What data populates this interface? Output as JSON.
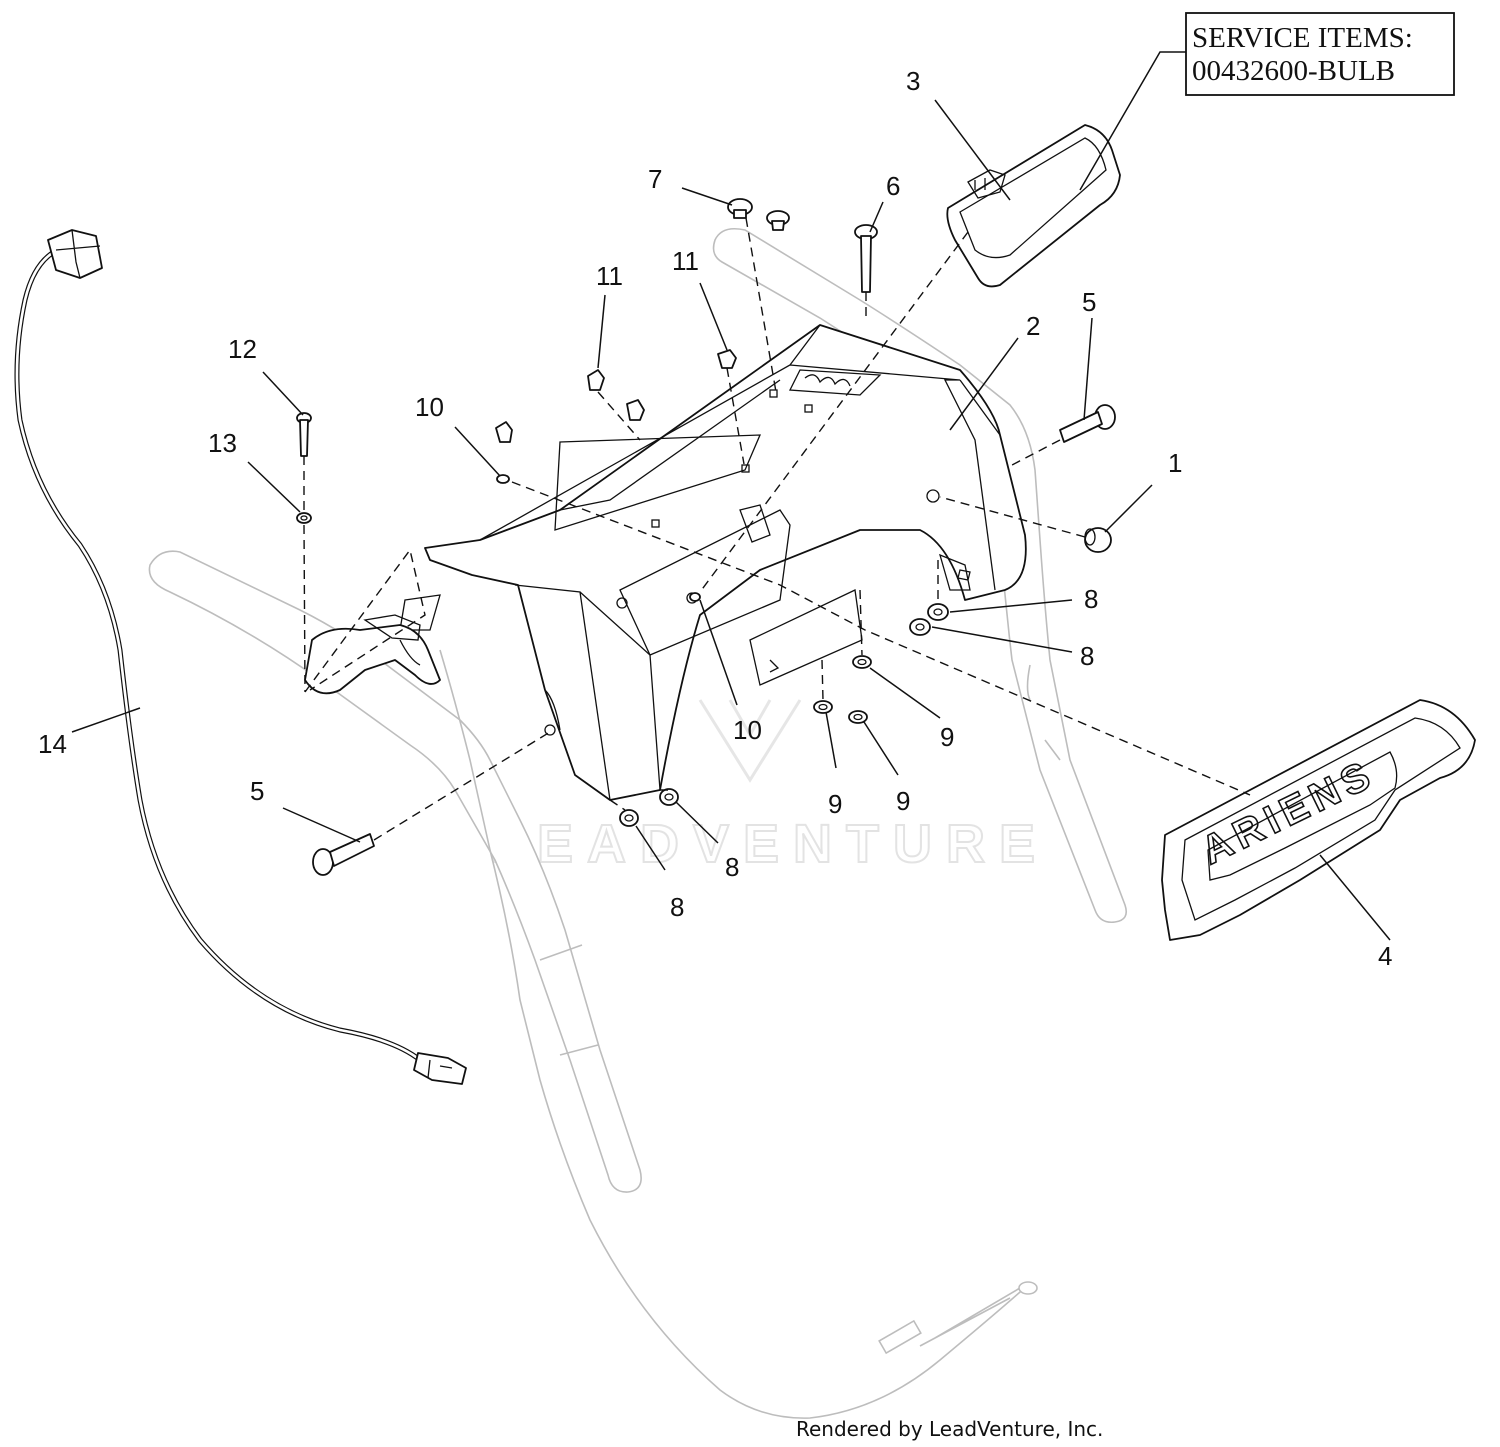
{
  "service_box": {
    "line1": "SERVICE ITEMS:",
    "line2": "00432600-BULB"
  },
  "brand_text": "ARIENS",
  "watermark": "LEADVENTURE",
  "credit": "Rendered by LeadVenture, Inc.",
  "callouts": [
    {
      "id": "c1",
      "label": "1"
    },
    {
      "id": "c2",
      "label": "2"
    },
    {
      "id": "c3",
      "label": "3"
    },
    {
      "id": "c4",
      "label": "4"
    },
    {
      "id": "c5a",
      "label": "5"
    },
    {
      "id": "c5b",
      "label": "5"
    },
    {
      "id": "c6",
      "label": "6"
    },
    {
      "id": "c7",
      "label": "7"
    },
    {
      "id": "c8a",
      "label": "8"
    },
    {
      "id": "c8b",
      "label": "8"
    },
    {
      "id": "c8c",
      "label": "8"
    },
    {
      "id": "c8d",
      "label": "8"
    },
    {
      "id": "c9a",
      "label": "9"
    },
    {
      "id": "c9b",
      "label": "9"
    },
    {
      "id": "c9c",
      "label": "9"
    },
    {
      "id": "c10a",
      "label": "10"
    },
    {
      "id": "c10b",
      "label": "10"
    },
    {
      "id": "c11a",
      "label": "11"
    },
    {
      "id": "c11b",
      "label": "11"
    },
    {
      "id": "c12",
      "label": "12"
    },
    {
      "id": "c13",
      "label": "13"
    },
    {
      "id": "c14",
      "label": "14"
    }
  ]
}
